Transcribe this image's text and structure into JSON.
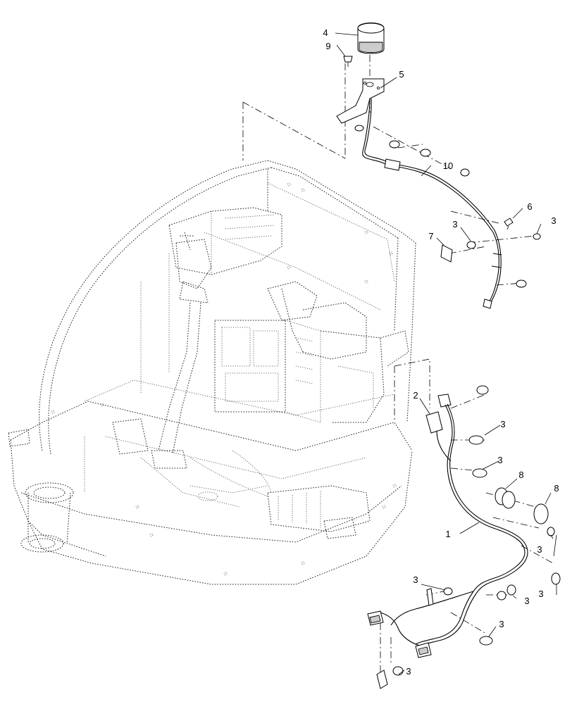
{
  "callouts": [
    {
      "id": "c4",
      "text": "4"
    },
    {
      "id": "c9",
      "text": "9"
    },
    {
      "id": "c5",
      "text": "5"
    },
    {
      "id": "c10",
      "text": "10"
    },
    {
      "id": "c6",
      "text": "6"
    },
    {
      "id": "c3a",
      "text": "3"
    },
    {
      "id": "c3b",
      "text": "3"
    },
    {
      "id": "c7",
      "text": "7"
    },
    {
      "id": "c2",
      "text": "2"
    },
    {
      "id": "c3c",
      "text": "3"
    },
    {
      "id": "c3d",
      "text": "3"
    },
    {
      "id": "c8a",
      "text": "8"
    },
    {
      "id": "c8b",
      "text": "8"
    },
    {
      "id": "c1",
      "text": "1"
    },
    {
      "id": "c3e",
      "text": "3"
    },
    {
      "id": "c3f",
      "text": "3"
    },
    {
      "id": "c3g",
      "text": "3"
    },
    {
      "id": "c3h",
      "text": "3"
    },
    {
      "id": "c3i",
      "text": "3"
    },
    {
      "id": "c3j",
      "text": "3"
    }
  ]
}
